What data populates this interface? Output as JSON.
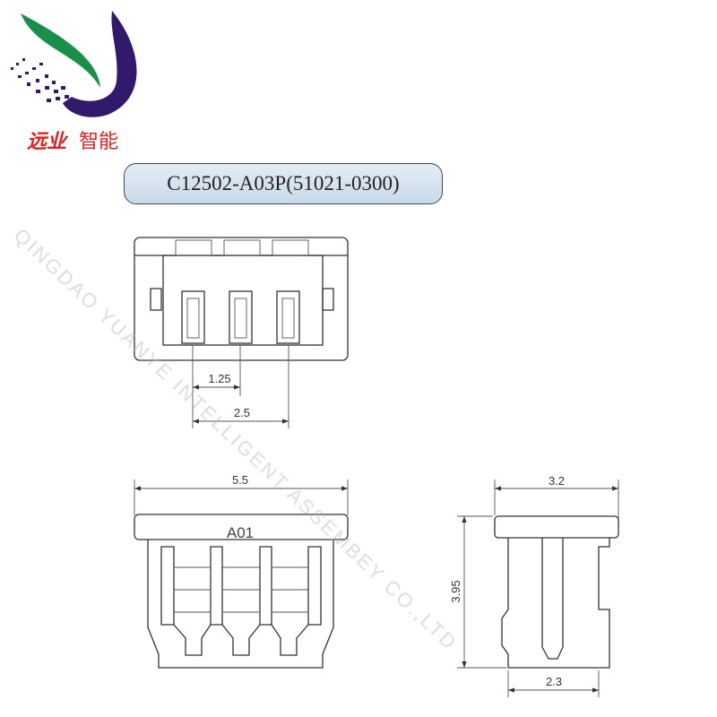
{
  "logo": {
    "brand_red": "远业",
    "brand_text": "智能",
    "colors": {
      "green": "#1a8f4a",
      "purple": "#33196b",
      "red": "#e02020"
    }
  },
  "title": "C12502-A03P(51021-0300)",
  "watermark": "QINGDAO YUANYE INTELLIGENT ASSEMBEY CO.,LTD",
  "top_view": {
    "dim_pitch": "1.25",
    "dim_span": "2.5"
  },
  "front_view": {
    "dim_width": "5.5",
    "marking": "A01"
  },
  "side_view": {
    "dim_depth": "3.2",
    "dim_height": "3.95",
    "dim_base": "2.3"
  }
}
